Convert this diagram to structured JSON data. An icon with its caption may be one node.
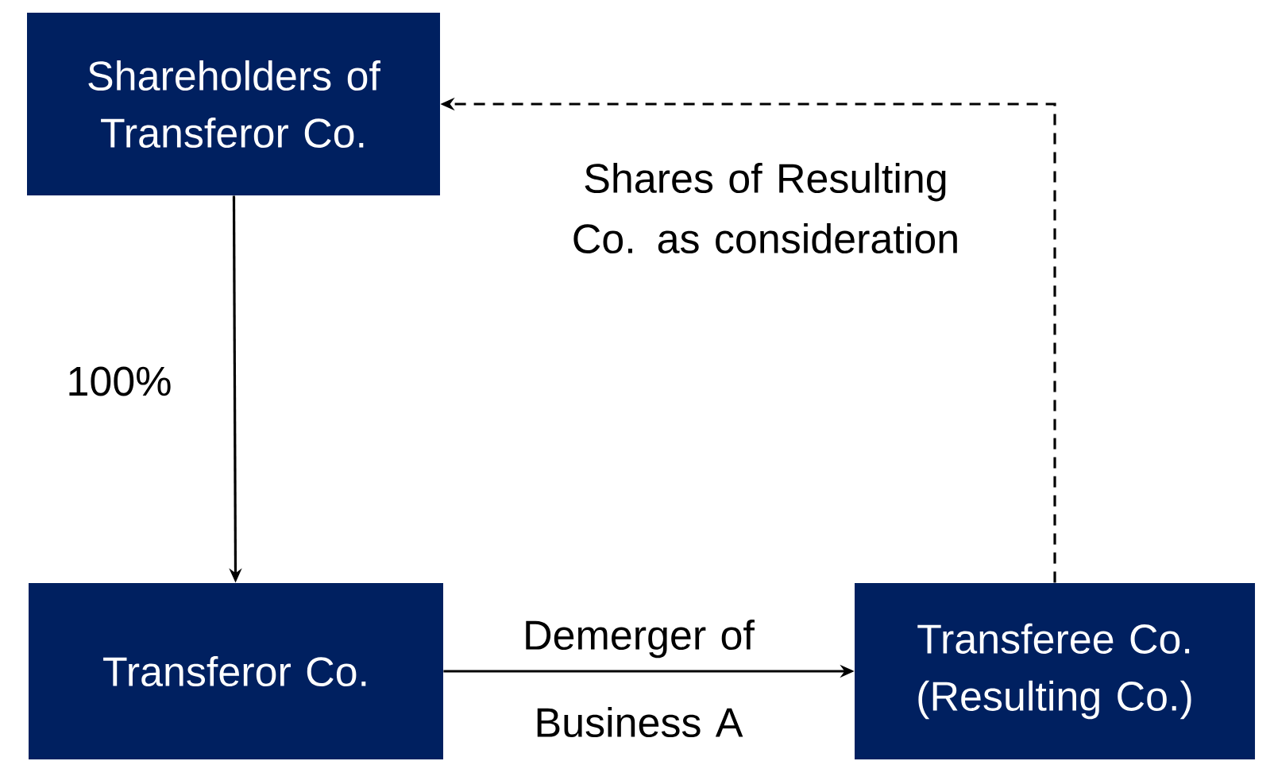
{
  "diagram": {
    "nodes": [
      {
        "text": [
          "Shareholders of Transferor Co."
        ]
      },
      {
        "text": [
          "Transferor Co."
        ]
      },
      {
        "text": [
          "Transferee Co. (Resulting Co.)"
        ]
      }
    ],
    "edges": [
      {
        "from": 0,
        "to": 1,
        "arrow": "to",
        "label": "100%"
      },
      {
        "from": 1,
        "to": 2,
        "arrow": "to",
        "label": "Demerger of Business A"
      },
      {
        "from": 2,
        "to": 0,
        "arrow": "to",
        "style": "dashed",
        "label": "Shares of Resulting Co. as consideration"
      }
    ]
  }
}
